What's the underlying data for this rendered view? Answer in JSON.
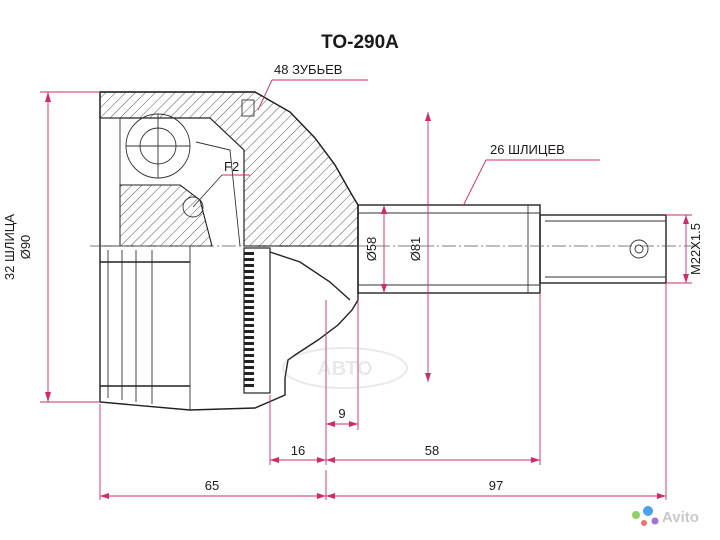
{
  "title": "TO-290A",
  "callouts": {
    "teeth": "48 ЗУБЬЕВ",
    "splines_shaft": "26 ШЛИЦЕВ",
    "f2": "F2"
  },
  "dimensions": {
    "dia_outer": "Ø90",
    "splines_inner": "32 ШЛИЦА",
    "dia_58": "Ø58",
    "dia_81": "Ø81",
    "thread": "M22X1.5",
    "len_9": "9",
    "len_16": "16",
    "len_58": "58",
    "len_65": "65",
    "len_97": "97"
  },
  "watermark": {
    "brand": "Avito",
    "logo_text": "АВТО"
  }
}
